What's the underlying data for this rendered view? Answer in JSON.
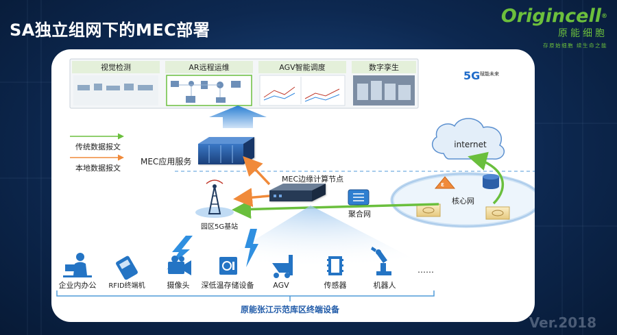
{
  "slide_title": "SA独立组网下的MEC部署",
  "logo": {
    "word": "Origincell",
    "reg": "®",
    "cn": "原能细胞",
    "slogan": "存原始细胞  续生命之能"
  },
  "version": "Ver.2018",
  "brand_5g": {
    "big": "5G",
    "small": "赋能未来"
  },
  "apps": [
    {
      "label": "视觉检测"
    },
    {
      "label": "AR远程运维"
    },
    {
      "label": "AGV智能调度"
    },
    {
      "label": "数字孪生"
    }
  ],
  "legend": [
    {
      "label": "传统数据报文",
      "color": "#6abf3d"
    },
    {
      "label": "本地数据报文",
      "color": "#f08a3a"
    }
  ],
  "nodes": {
    "mec_service": "MEC应用服务",
    "mec_edge": "MEC边缘计算节点",
    "internet": "internet",
    "core": "核心网",
    "aggregation": "聚合网",
    "base_station": "园区5G基站"
  },
  "devices": [
    {
      "label": "企业内办公",
      "icon": "office-worker-icon"
    },
    {
      "label": "RFID终端机",
      "icon": "rfid-terminal-icon"
    },
    {
      "label": "摄像头",
      "icon": "camera-icon"
    },
    {
      "label": "深低温存储设备",
      "icon": "storage-safe-icon"
    },
    {
      "label": "AGV",
      "icon": "agv-icon"
    },
    {
      "label": "传感器",
      "icon": "sensor-icon"
    },
    {
      "label": "机器人",
      "icon": "robot-arm-icon"
    }
  ],
  "devices_more": "……",
  "bottom_label": "原能张江示范库区终端设备",
  "colors": {
    "green": "#6abf3d",
    "orange": "#f08a3a",
    "blue": "#1f6bc9",
    "accent": "#4f9ad8"
  }
}
